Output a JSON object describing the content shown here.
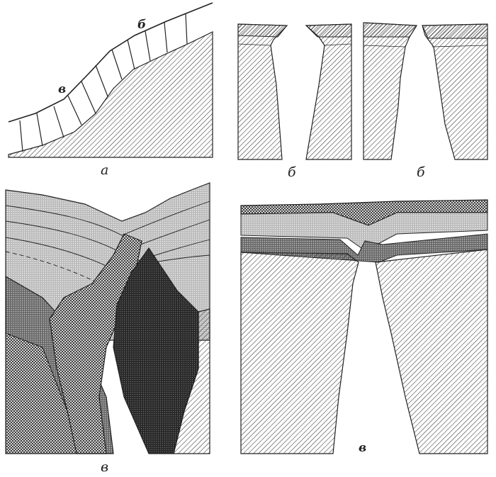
{
  "labels": {
    "panel_a_caption": "а",
    "panel_a_label_b": "б",
    "panel_a_label_v": "в",
    "panel_b1_caption": "б",
    "panel_b2_caption": "б",
    "panel_v1_caption": "в",
    "panel_v2_caption": "в"
  },
  "colors": {
    "ink": "#222222",
    "paper": "#ffffff"
  }
}
